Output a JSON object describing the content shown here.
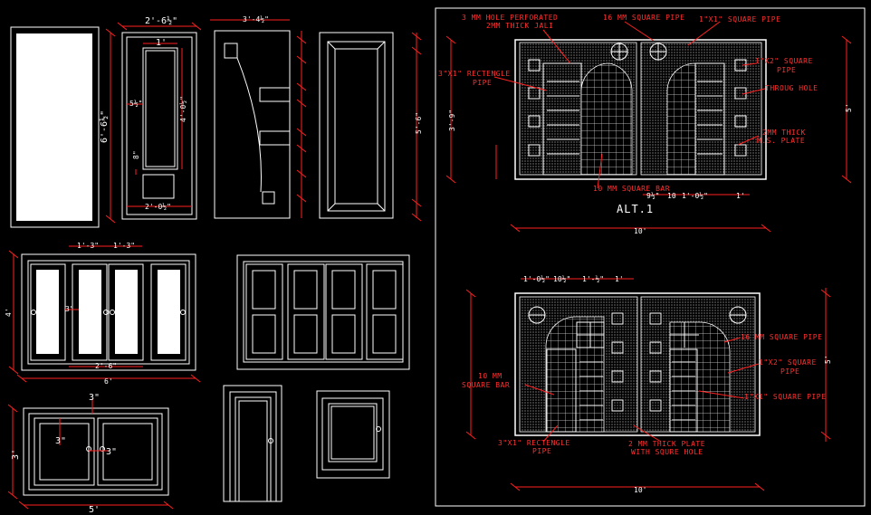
{
  "colors": {
    "background": "#000000",
    "lines": "#ffffff",
    "annotations": "#ff2020"
  },
  "dims": {
    "panel_door_width": "2'-6½\"",
    "panel_door_height": "6'-6½\"",
    "panel_width": "1'",
    "panel_height": "4'-0½\"",
    "side_gap": "5½\"",
    "mid_gap": "8\"",
    "bottom_width": "2'-0½\"",
    "top_strip": "3'-4½\"",
    "frame_height": "5'-6\"",
    "window4_leaf_a": "1'-3\"",
    "window4_leaf_b": "1'-3\"",
    "window4_height": "4'",
    "window4_inner": "3\"",
    "window4_mid": "2'-6\"",
    "window4_total": "6'",
    "window2_top": "3\"",
    "window2_height": "3'",
    "window2_gap": "3\"",
    "window2_mid": "3\"",
    "window2_total": "5'",
    "gate_width": "10'",
    "gate_height": "5'",
    "gate_left_height": "3'-9\"",
    "gate_sub_1": "9½\"",
    "gate_sub_2": "10",
    "gate_sub_3": "1'-0½\"",
    "gate_sub_4": "1'",
    "gate2_top_1": "1'-0½\"",
    "gate2_top_2": "10½\"",
    "gate2_top_3": "1'-½\"",
    "gate2_top_4": "1'"
  },
  "gate1": {
    "title": "ALT.1",
    "label_hole": "3 MM HOLE PERFORATED",
    "label_jali": "2MM THICK JALI",
    "label_sq_pipe_16": "16 MM SQUARE PIPE",
    "label_sq_pipe": "1\"X1\" SQUARE PIPE",
    "label_rect_pipe": "3\"X1\" RECTENGLE",
    "label_rect_pipe_2": "PIPE",
    "label_sq_pipe_2": "1\"X2\" SQUARE",
    "label_sq_pipe_2b": "PIPE",
    "label_through": "THROUG HOLE",
    "label_plate": "2MM THICK",
    "label_plate_2": "M.S. PLATE",
    "label_bar": "10 MM SQUARE BAR"
  },
  "gate2": {
    "label_sq_pipe_16": "16 MM SQUARE PIPE",
    "label_sq_pipe_12": "1\"X2\" SQUARE",
    "label_sq_pipe_12b": "PIPE",
    "label_sq_pipe_11": "1\"X1\" SQUARE PIPE",
    "label_bar": "10 MM",
    "label_bar_2": "SQUARE BAR",
    "label_rect": "3\"X1\" RECTENGLE",
    "label_rect_2": "PIPE",
    "label_plate": "2 MM THICK  PLATE",
    "label_plate_2": "WITH SQURE HOLE"
  },
  "icons": [
    "dimension-tick-icon",
    "circle-grill-icon",
    "door-knob-icon"
  ]
}
